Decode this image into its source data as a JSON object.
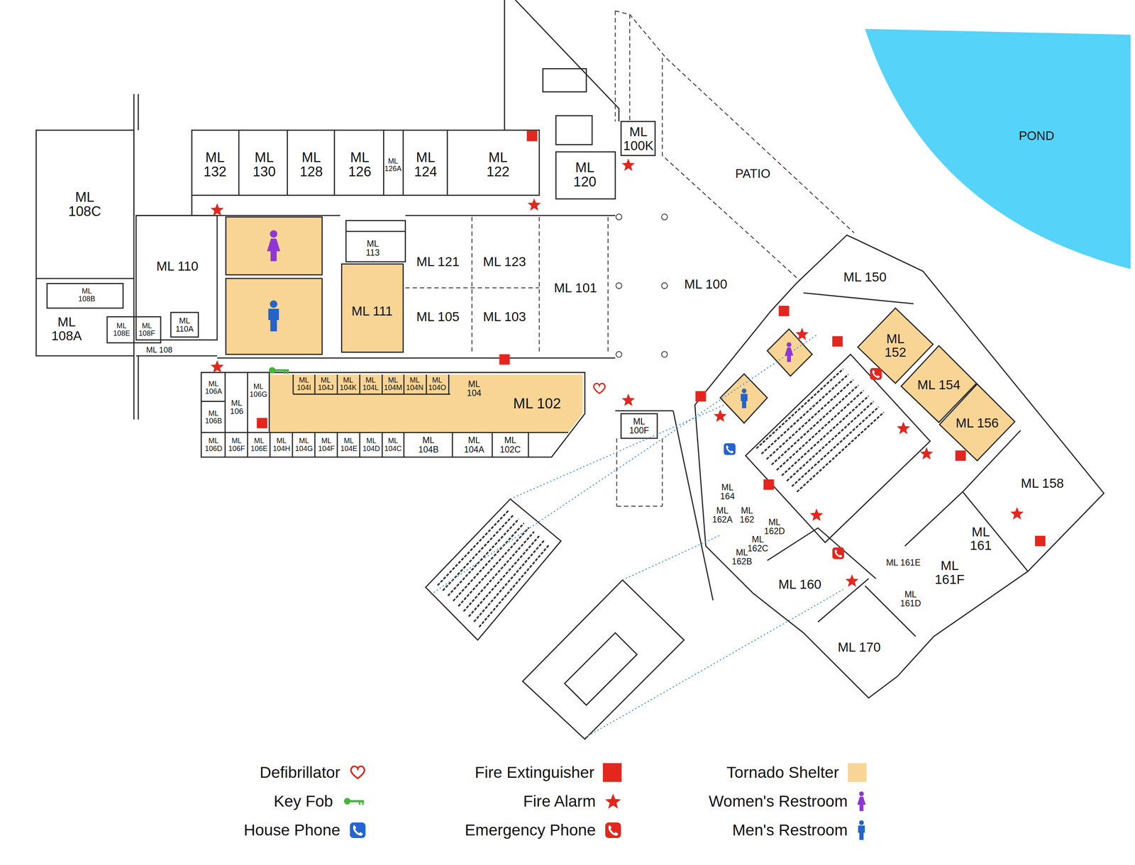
{
  "diagram": {
    "nodes": [
      {
        "text": [
          "ML 108C"
        ]
      },
      {
        "text": [
          "ML 108B"
        ]
      },
      {
        "text": [
          "ML 108A"
        ]
      },
      {
        "text": [
          "ML 110"
        ]
      },
      {
        "text": [
          "ML 110A"
        ]
      },
      {
        "text": [
          "ML 108E"
        ]
      },
      {
        "text": [
          "ML 108F"
        ]
      },
      {
        "text": [
          "ML 108"
        ]
      },
      {
        "text": [
          "ML 132"
        ]
      },
      {
        "text": [
          "ML 130"
        ]
      },
      {
        "text": [
          "ML 128"
        ]
      },
      {
        "text": [
          "ML 126"
        ]
      },
      {
        "text": [
          "ML 126A"
        ]
      },
      {
        "text": [
          "ML 124"
        ]
      },
      {
        "text": [
          "ML 122"
        ]
      },
      {
        "text": [
          "ML 120"
        ]
      },
      {
        "text": [
          "ML 100K"
        ]
      },
      {
        "text": [
          "ML 113"
        ]
      },
      {
        "text": [
          "ML 111"
        ]
      },
      {
        "text": [
          "ML 102"
        ]
      },
      {
        "text": [
          "ML 104"
        ],
        "in": 19
      },
      {
        "text": [
          "ML 104I"
        ]
      },
      {
        "text": [
          "ML 104J"
        ]
      },
      {
        "text": [
          "ML 104K"
        ]
      },
      {
        "text": [
          "ML 104L"
        ]
      },
      {
        "text": [
          "ML 104M"
        ]
      },
      {
        "text": [
          "ML 104N"
        ]
      },
      {
        "text": [
          "ML 104O"
        ]
      },
      {
        "text": [
          "ML 106D"
        ]
      },
      {
        "text": [
          "ML 106F"
        ]
      },
      {
        "text": [
          "ML 106E"
        ]
      },
      {
        "text": [
          "ML 104H"
        ]
      },
      {
        "text": [
          "ML 104G"
        ]
      },
      {
        "text": [
          "ML 104F"
        ]
      },
      {
        "text": [
          "ML 104E"
        ]
      },
      {
        "text": [
          "ML 104D"
        ]
      },
      {
        "text": [
          "ML 104C"
        ]
      },
      {
        "text": [
          "ML 104B"
        ]
      },
      {
        "text": [
          "ML 104A"
        ]
      },
      {
        "text": [
          "ML 102C"
        ]
      },
      {
        "text": [
          "ML 106A"
        ]
      },
      {
        "text": [
          "ML 106B"
        ]
      },
      {
        "text": [
          "ML 106"
        ]
      },
      {
        "text": [
          "ML 106G"
        ]
      },
      {
        "text": [
          "ML 100F"
        ]
      },
      {
        "text": [
          "ML 150"
        ]
      },
      {
        "text": [
          "ML 152"
        ]
      },
      {
        "text": [
          "ML 154"
        ]
      },
      {
        "text": [
          "ML 156"
        ]
      },
      {
        "text": [
          "ML 158"
        ]
      },
      {
        "text": [
          "ML 161"
        ]
      },
      {
        "text": [
          "ML 161F"
        ]
      },
      {
        "text": [
          "ML 161E"
        ]
      },
      {
        "text": [
          "ML 161D"
        ]
      },
      {
        "text": [
          "ML 160"
        ]
      },
      {
        "text": [
          "ML 170"
        ]
      },
      {
        "text": [
          "ML 164"
        ]
      },
      {
        "text": [
          "ML 162A"
        ]
      },
      {
        "text": [
          "ML 162"
        ]
      },
      {
        "text": [
          "ML 162D"
        ]
      },
      {
        "text": [
          "ML 162C"
        ]
      },
      {
        "text": [
          "ML 162B"
        ]
      }
    ],
    "labels": [
      "ML 121",
      "ML 123",
      "ML 101",
      "ML 105",
      "ML 103",
      "ML 100",
      "PATIO",
      "POND"
    ],
    "legend": [
      {
        "text": "Tornado Shelter",
        "color": "#f8d595"
      },
      {
        "text": "Women's Restroom"
      },
      {
        "text": "Men's Restroom"
      },
      {
        "text": "Fire Extinguisher",
        "color": "#e3261e"
      },
      {
        "text": "Fire Alarm"
      },
      {
        "text": "Emergency Phone"
      },
      {
        "text": "Defibrillator"
      },
      {
        "text": "Key Fob"
      },
      {
        "text": "House Phone"
      }
    ]
  }
}
